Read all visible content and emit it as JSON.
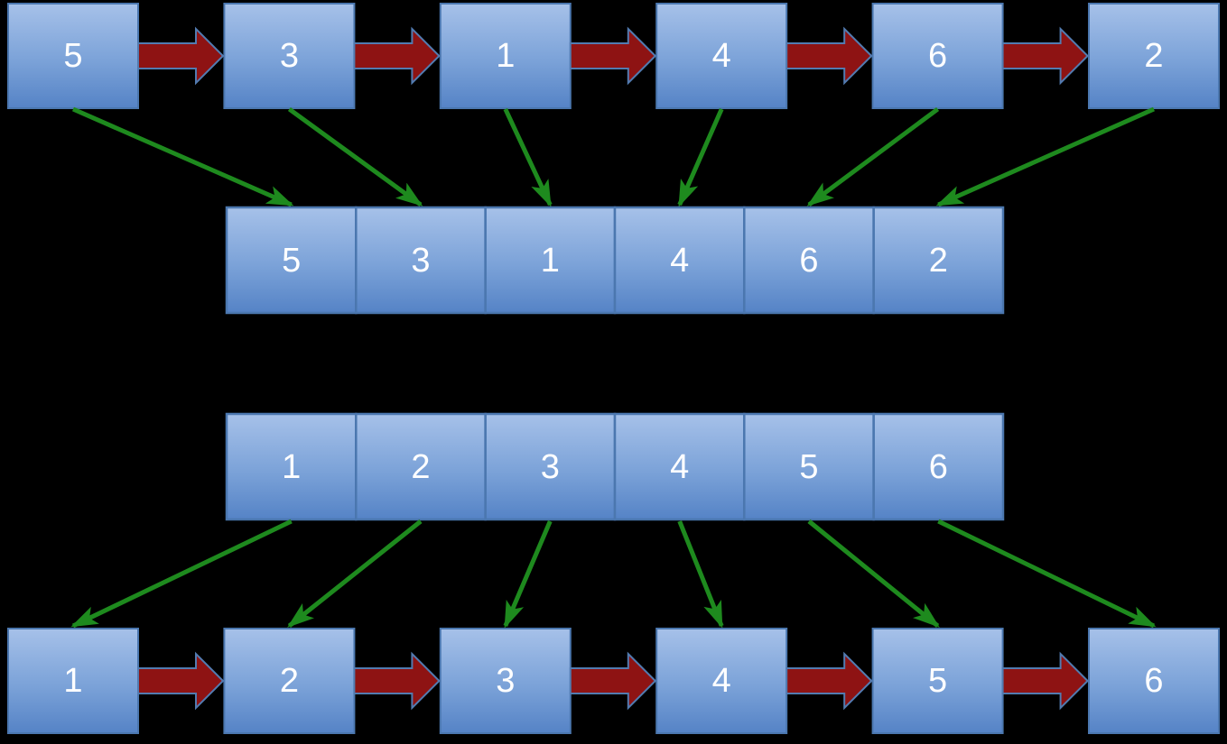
{
  "top_list": {
    "nodes": [
      "5",
      "3",
      "1",
      "4",
      "6",
      "2"
    ]
  },
  "unsorted_array": {
    "cells": [
      "5",
      "3",
      "1",
      "4",
      "6",
      "2"
    ]
  },
  "sorted_array": {
    "cells": [
      "1",
      "2",
      "3",
      "4",
      "5",
      "6"
    ]
  },
  "bottom_list": {
    "nodes": [
      "1",
      "2",
      "3",
      "4",
      "5",
      "6"
    ]
  },
  "icons": {
    "next_arrow": "red-block-arrow-right",
    "mapping_arrow": "green-diagonal-arrow"
  },
  "colors": {
    "background": "#000000",
    "box_fill_top": "#a6c1e9",
    "box_fill_mid": "#7ba2d8",
    "box_fill_bottom": "#5583c6",
    "box_border": "#4b77af",
    "red_arrow_fill": "#8e1313",
    "red_arrow_border": "#527bb0",
    "green_arrow": "#1e8a1e",
    "text_color": "#ffffff"
  }
}
